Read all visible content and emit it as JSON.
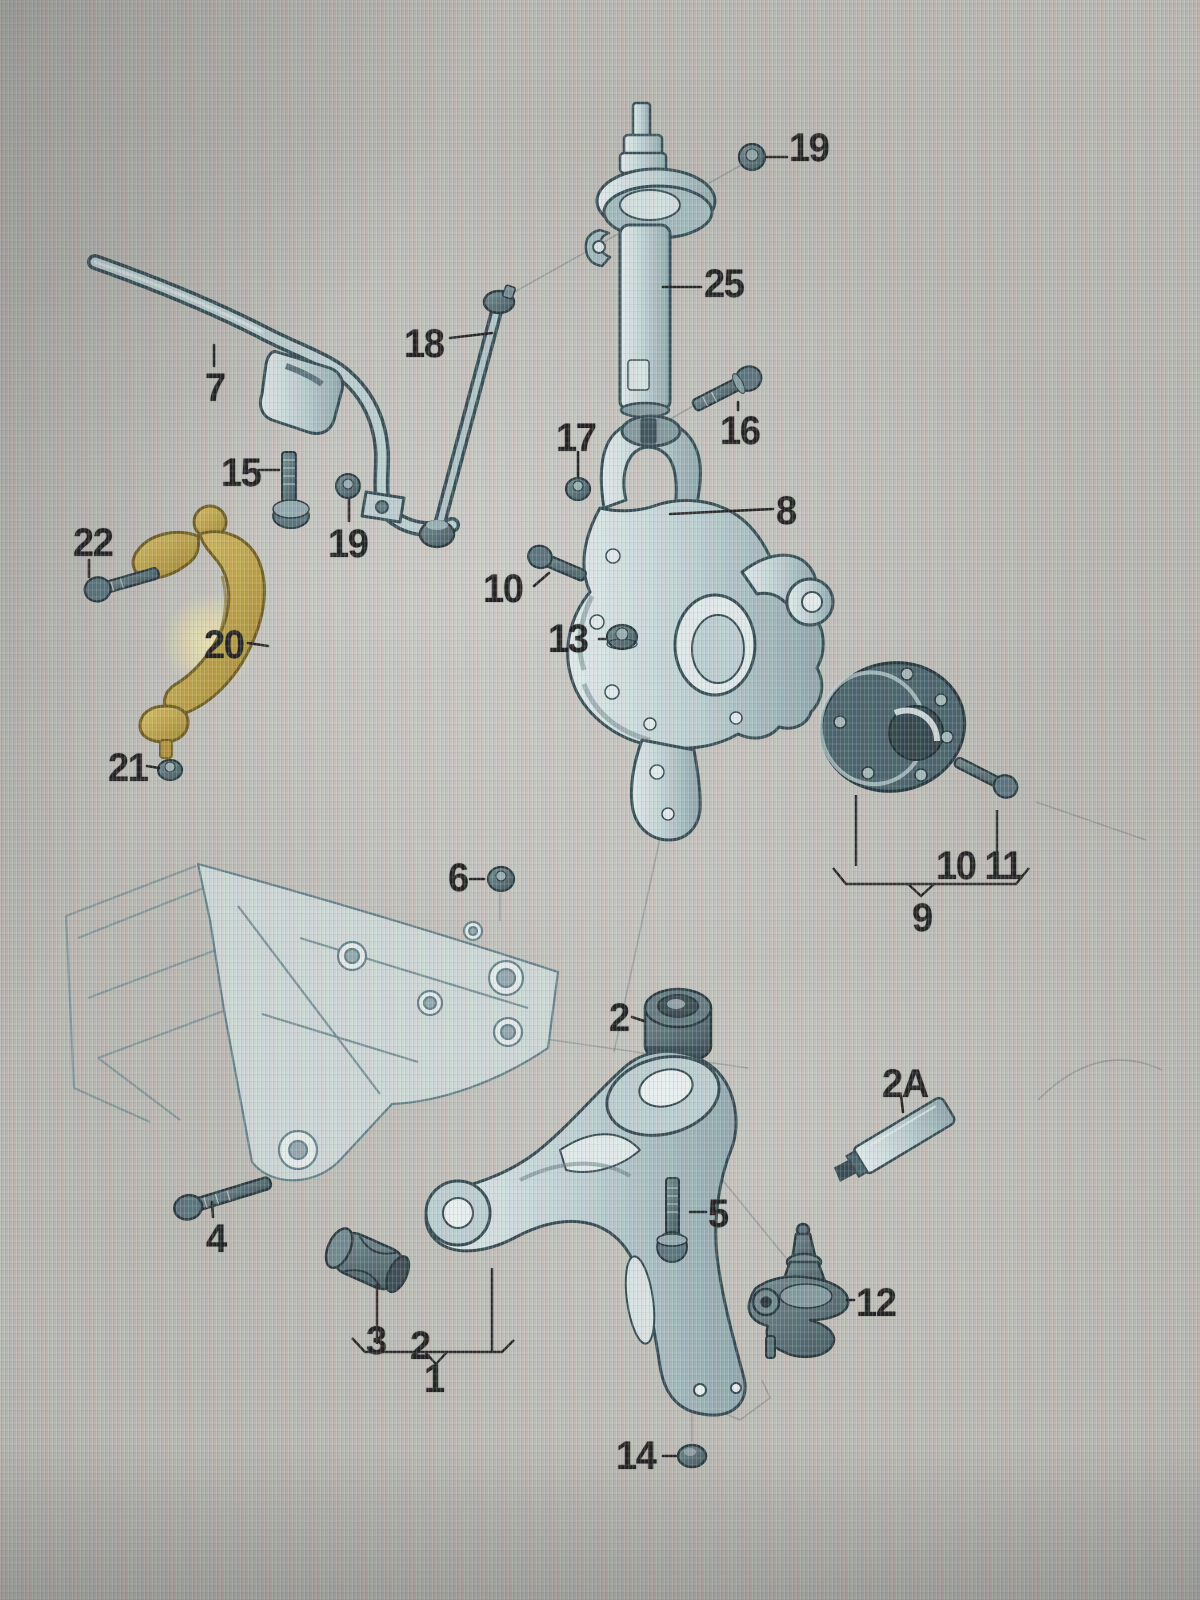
{
  "figure": {
    "diagram_type": "exploded-parts-diagram",
    "highlighted_callout": "20",
    "callouts": {
      "n19_top": "19",
      "n25": "25",
      "n18": "18",
      "n7": "7",
      "n15": "15",
      "n19_mid": "19",
      "n22": "22",
      "n20": "20",
      "n21": "21",
      "n17": "17",
      "n16": "16",
      "n8": "8",
      "n10": "10",
      "n13": "13",
      "n10_11": "10 11",
      "n9": "9",
      "n6": "6",
      "n2": "2",
      "n2a": "2A",
      "n4": "4",
      "n3": "3",
      "n2_bracket": "2",
      "n1": "1",
      "n5": "5",
      "n12": "12",
      "n14": "14"
    },
    "colors": {
      "background": "#b6b4ad",
      "line_art": "#2e4850",
      "steel_fill": "#b9cdd0",
      "dark_fill": "#44606a",
      "highlight_part": "#c8a33c",
      "highlight_glow": "#efe3a0",
      "callout_text": "#191919"
    }
  }
}
